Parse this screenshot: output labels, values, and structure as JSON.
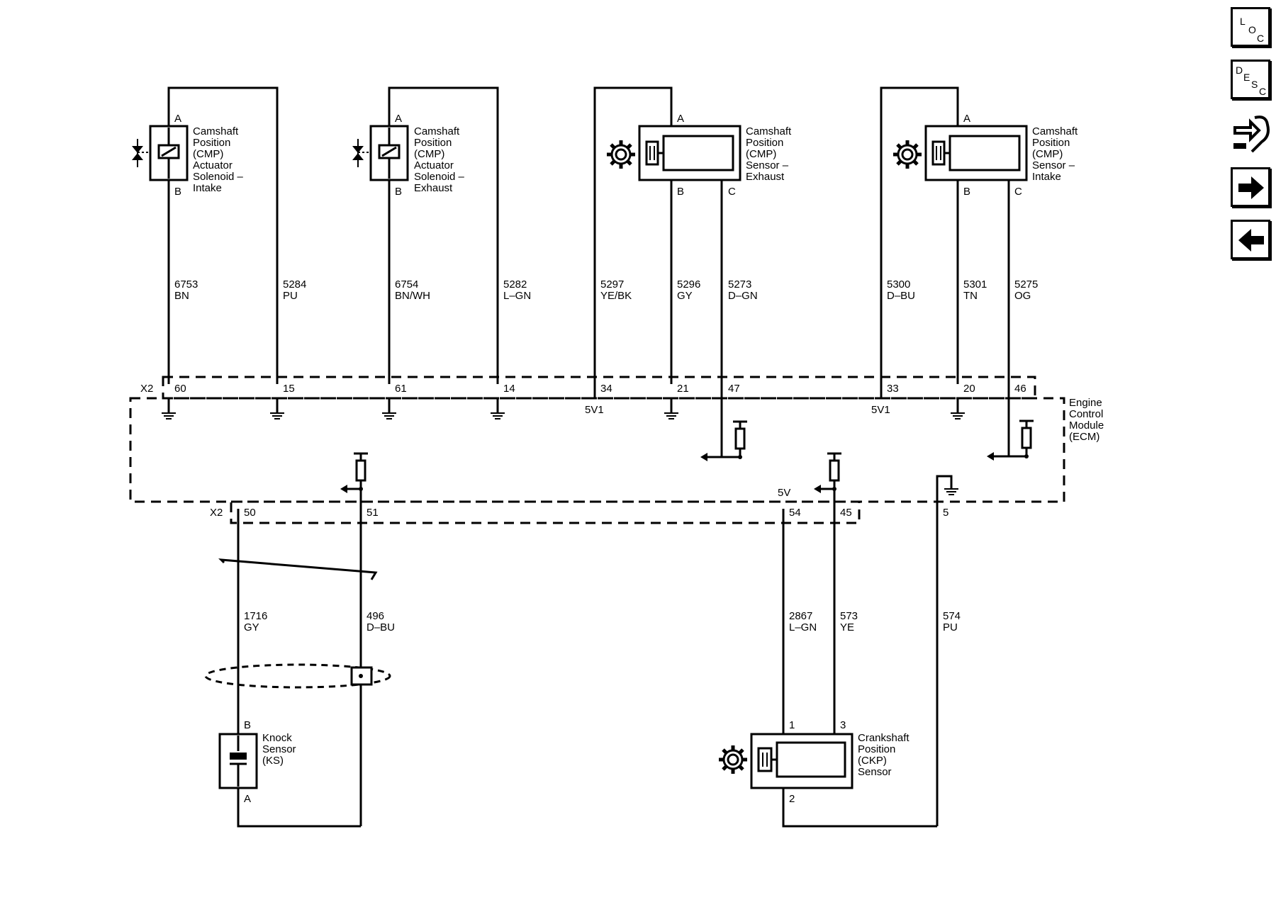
{
  "nav": {
    "loc": [
      "L",
      "O",
      "C"
    ],
    "desc": [
      "D",
      "E",
      "S",
      "C"
    ]
  },
  "ecm_label": [
    "Engine",
    "Control",
    "Module",
    "(ECM)"
  ],
  "connector_label": "X2",
  "supply_5v1": "5V1",
  "supply_5v": "5V",
  "components": {
    "cmp_solenoid_intake": [
      "Camshaft",
      "Position",
      "(CMP)",
      "Actuator",
      "Solenoid –",
      "Intake"
    ],
    "cmp_solenoid_exhaust": [
      "Camshaft",
      "Position",
      "(CMP)",
      "Actuator",
      "Solenoid –",
      "Exhaust"
    ],
    "cmp_sensor_exhaust": [
      "Camshaft",
      "Position",
      "(CMP)",
      "Sensor –",
      "Exhaust"
    ],
    "cmp_sensor_intake": [
      "Camshaft",
      "Position",
      "(CMP)",
      "Sensor –",
      "Intake"
    ],
    "knock_sensor": [
      "Knock",
      "Sensor",
      "(KS)"
    ],
    "ckp_sensor": [
      "Crankshaft",
      "Position",
      "(CKP)",
      "Sensor"
    ]
  },
  "component_pins": {
    "sol_int_a": "A",
    "sol_int_b": "B",
    "sol_exh_a": "A",
    "sol_exh_b": "B",
    "sen_exh_a": "A",
    "sen_exh_b": "B",
    "sen_exh_c": "C",
    "sen_int_a": "A",
    "sen_int_b": "B",
    "sen_int_c": "C",
    "ks_b": "B",
    "ks_a": "A",
    "ckp_1": "1",
    "ckp_3": "3",
    "ckp_2": "2"
  },
  "wires_top": [
    {
      "circuit": "6753",
      "color": "BN",
      "pin": "60"
    },
    {
      "circuit": "5284",
      "color": "PU",
      "pin": "15"
    },
    {
      "circuit": "6754",
      "color": "BN/WH",
      "pin": "61"
    },
    {
      "circuit": "5282",
      "color": "L–GN",
      "pin": "14"
    },
    {
      "circuit": "5297",
      "color": "YE/BK",
      "pin": "34"
    },
    {
      "circuit": "5296",
      "color": "GY",
      "pin": "21"
    },
    {
      "circuit": "5273",
      "color": "D–GN",
      "pin": "47"
    },
    {
      "circuit": "5300",
      "color": "D–BU",
      "pin": "33"
    },
    {
      "circuit": "5301",
      "color": "TN",
      "pin": "20"
    },
    {
      "circuit": "5275",
      "color": "OG",
      "pin": "46"
    }
  ],
  "wires_bottom": [
    {
      "circuit": "1716",
      "color": "GY",
      "pin": "50"
    },
    {
      "circuit": "496",
      "color": "D–BU",
      "pin": "51"
    },
    {
      "circuit": "2867",
      "color": "L–GN",
      "pin": "54"
    },
    {
      "circuit": "573",
      "color": "YE",
      "pin": "45"
    },
    {
      "circuit": "574",
      "color": "PU",
      "pin": "5"
    }
  ]
}
